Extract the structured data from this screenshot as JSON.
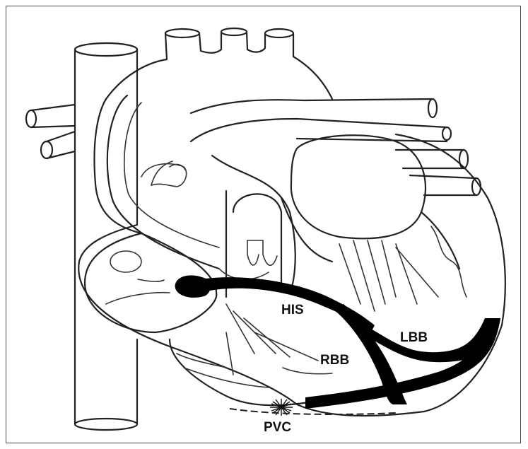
{
  "labels": {
    "his": "HIS",
    "lbb": "LBB",
    "rbb": "RBB",
    "pvc": "PVC"
  },
  "colors": {
    "line": "#222222",
    "conduction": "#000000",
    "background": "#ffffff"
  }
}
